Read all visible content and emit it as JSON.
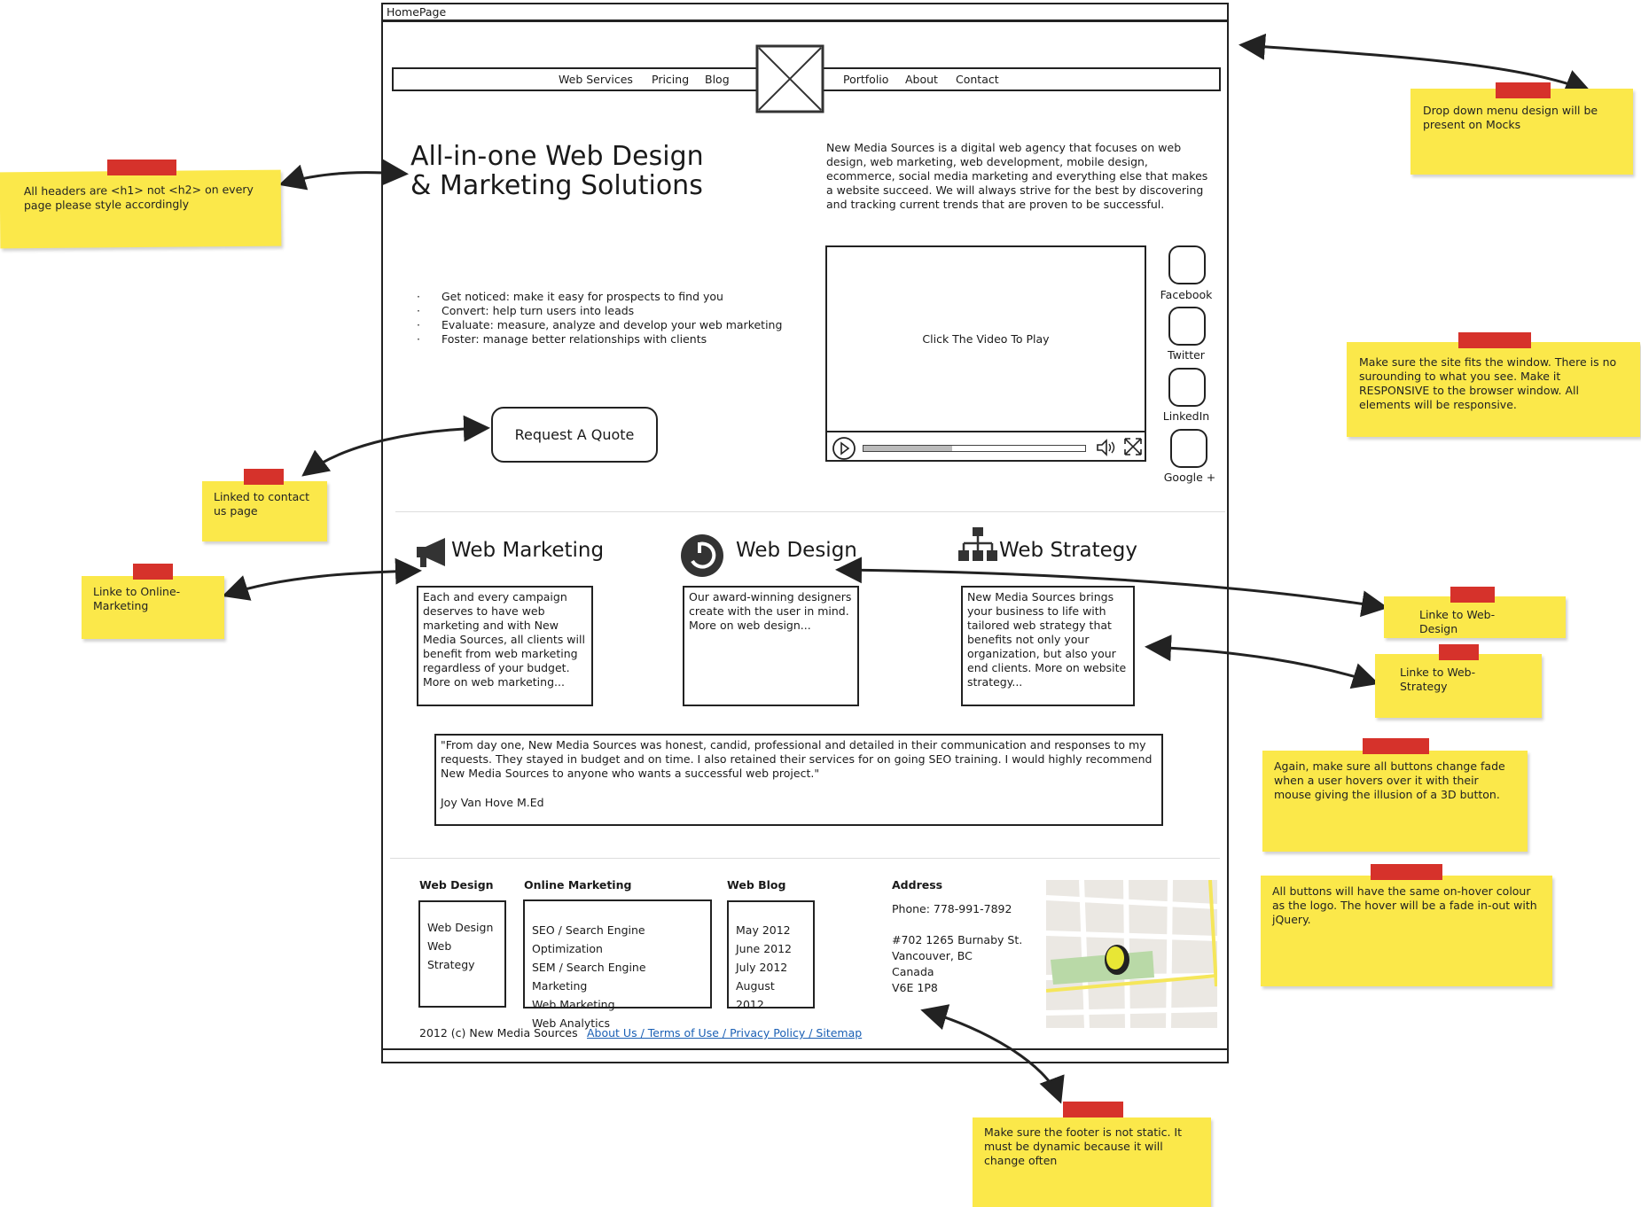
{
  "window": {
    "title": "HomePage"
  },
  "nav": {
    "left": [
      "Web Services",
      "Pricing",
      "Blog"
    ],
    "right": [
      "Portfolio",
      "About",
      "Contact"
    ]
  },
  "hero": {
    "title_line1": "All-in-one Web Design",
    "title_line2": "& Marketing Solutions",
    "description": "New Media Sources is a digital web agency that focuses on web design, web marketing, web development, mobile design, ecommerce, social media marketing and everything else that makes a website succeed. We will always strive for the best by discovering and tracking current trends that are proven to be successful.",
    "bullets": [
      "Get noticed: make it easy for prospects to find you",
      "Convert: help turn users into leads",
      "Evaluate: measure, analyze and develop your web marketing",
      "Foster: manage better relationships with clients"
    ],
    "cta_label": "Request A Quote",
    "video_label": "Click The Video To Play"
  },
  "social": [
    "Facebook",
    "Twitter",
    "LinkedIn",
    "Google +"
  ],
  "services": [
    {
      "title": "Web Marketing",
      "text": "Each and every campaign deserves to have web marketing and with New Media Sources, all clients will benefit from web marketing regardless of your budget.  More on web marketing..."
    },
    {
      "title": "Web Design",
      "text": "Our award-winning designers create with the user in mind. More on web design..."
    },
    {
      "title": "Web Strategy",
      "text": "New Media Sources brings your business to life with tailored web strategy that benefits not only your organization, but also your end clients. More on website strategy..."
    }
  ],
  "testimonial": {
    "quote": "\"From day one, New Media Sources was honest, candid, professional and detailed in their communication and responses to my requests. They stayed in budget and on time. I also retained their services for on going SEO training. I would highly recommend New Media Sources to anyone who wants a successful web project.\"",
    "author": "Joy Van Hove M.Ed"
  },
  "footer": {
    "col1": {
      "heading": "Web Design",
      "items": [
        "Web Design",
        "Web Strategy"
      ]
    },
    "col2": {
      "heading": "Online Marketing",
      "items": [
        "SEO / Search Engine Optimization",
        "SEM / Search Engine Marketing",
        "Web Marketing",
        "Web Analytics"
      ]
    },
    "col3": {
      "heading": "Web  Blog",
      "items": [
        "May 2012",
        "June 2012",
        "July 2012",
        "August 2012"
      ]
    },
    "address": {
      "heading": "Address",
      "phone": "Phone: 778-991-7892",
      "lines": [
        "#702 1265 Burnaby St.",
        "Vancouver, BC",
        "Canada",
        "V6E 1P8"
      ]
    },
    "copyright": "2012 (c) New Media Sources",
    "links": "About Us / Terms of Use / Privacy Policy / Sitemap"
  },
  "notes": {
    "n1": "Drop down menu design will be present on Mocks",
    "n2": "All headers are <h1> not <h2> on every page please style accordingly",
    "n3": "Make sure the site fits the window. There is no surounding to what you see. Make it RESPONSIVE to the browser window. All elements will be responsive.",
    "n4": "Linked to contact us page",
    "n5": "Linke to Online-Marketing",
    "n6": "Linke to Web-Design",
    "n7": "Linke to Web-Strategy",
    "n8": "Again, make sure all buttons change fade when a user hovers over it with their mouse giving the illusion of a 3D button.",
    "n9": "All buttons will have the same on-hover colour as the logo. The hover will be a fade in-out with jQuery.",
    "n10": "Make sure the footer is not static. It must be dynamic because it will change often"
  },
  "colors": {
    "note": "#fbe84a",
    "tape": "#d6322b",
    "link": "#1a5fb4"
  }
}
